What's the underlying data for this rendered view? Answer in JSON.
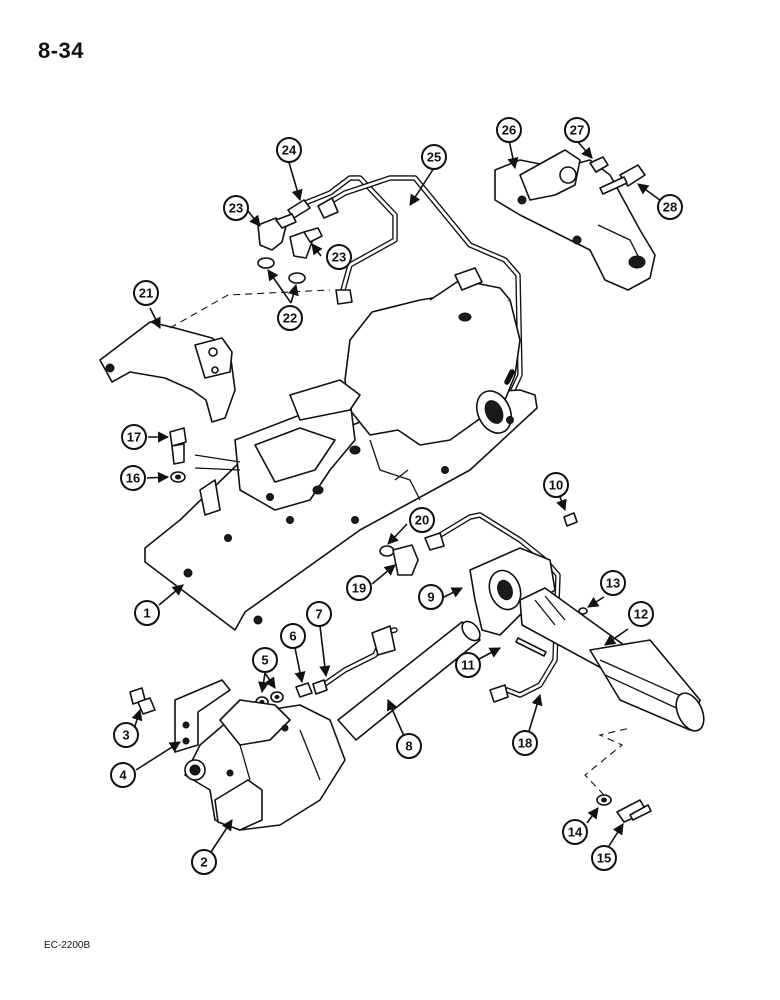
{
  "page": {
    "number": "8-34",
    "code": "EC-2200B"
  },
  "callouts": [
    "1",
    "2",
    "3",
    "4",
    "5",
    "6",
    "7",
    "8",
    "9",
    "10",
    "11",
    "12",
    "13",
    "14",
    "15",
    "16",
    "17",
    "18",
    "19",
    "20",
    "21",
    "22",
    "23",
    "23",
    "24",
    "25",
    "26",
    "27",
    "28"
  ]
}
